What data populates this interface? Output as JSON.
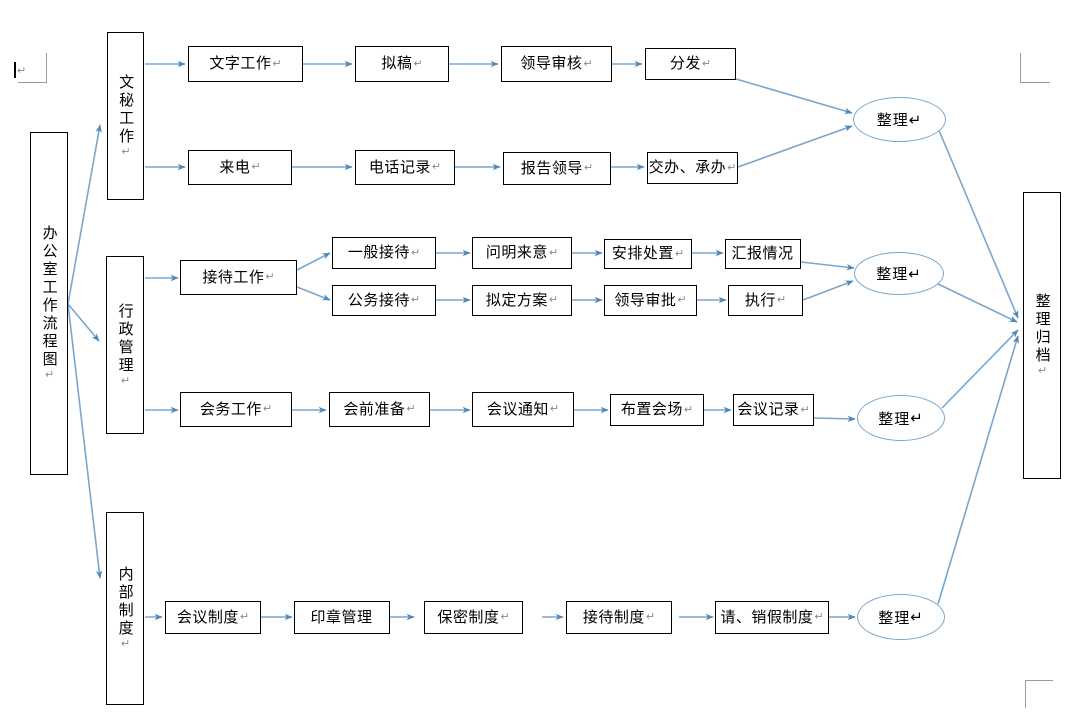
{
  "document": {
    "title": "办公室工作流程图",
    "pilcrow": "↵",
    "colors": {
      "arrow": "#7aa6ce",
      "box_border": "#000000",
      "ellipse_border": "#7aa6ce",
      "margin_mark": "#9a9a9a",
      "background": "#ffffff"
    }
  },
  "root": {
    "label": "办公室工作流程图",
    "pilcrow": "↵"
  },
  "categories": [
    {
      "id": "wenmi",
      "label": "文秘工作",
      "pilcrow": "↵"
    },
    {
      "id": "xzgl",
      "label": "行政管理",
      "pilcrow": "↵"
    },
    {
      "id": "neibu",
      "label": "内部制度",
      "pilcrow": "↵"
    }
  ],
  "final": {
    "label": "整理归档",
    "pilcrow": "↵"
  },
  "collectors": [
    {
      "id": "zl1",
      "label": "整理",
      "pilcrow": "↵"
    },
    {
      "id": "zl2",
      "label": "整理",
      "pilcrow": "↵"
    },
    {
      "id": "zl3",
      "label": "整理",
      "pilcrow": "↵"
    },
    {
      "id": "zl4",
      "label": "整理",
      "pilcrow": "↵"
    }
  ],
  "flows": [
    {
      "id": "row-wenzi",
      "parent": "文秘工作",
      "steps": [
        {
          "label": "文字工作",
          "pilcrow": "↵"
        },
        {
          "label": "拟稿",
          "pilcrow": "↵"
        },
        {
          "label": "领导审核",
          "pilcrow": "↵"
        },
        {
          "label": "分发",
          "pilcrow": "↵"
        }
      ]
    },
    {
      "id": "row-laidian",
      "parent": "文秘工作",
      "steps": [
        {
          "label": "来电",
          "pilcrow": "↵"
        },
        {
          "label": "电话记录",
          "pilcrow": "↵"
        },
        {
          "label": "报告领导",
          "pilcrow": "↵"
        },
        {
          "label": "交办、承办",
          "pilcrow": "↵"
        }
      ]
    },
    {
      "id": "row-jiedai",
      "parent": "行政管理",
      "hub": {
        "label": "接待工作",
        "pilcrow": "↵"
      },
      "branches": [
        {
          "id": "row-yiban",
          "steps": [
            {
              "label": "一般接待",
              "pilcrow": "↵"
            },
            {
              "label": "问明来意",
              "pilcrow": "↵"
            },
            {
              "label": "安排处置",
              "pilcrow": "↵"
            },
            {
              "label": "汇报情况",
              "pilcrow": ""
            }
          ]
        },
        {
          "id": "row-gongwu",
          "steps": [
            {
              "label": "公务接待",
              "pilcrow": "↵"
            },
            {
              "label": "拟定方案",
              "pilcrow": "↵"
            },
            {
              "label": "领导审批",
              "pilcrow": "↵"
            },
            {
              "label": "执行",
              "pilcrow": "↵"
            }
          ]
        }
      ]
    },
    {
      "id": "row-huiwu",
      "parent": "行政管理",
      "steps": [
        {
          "label": "会务工作",
          "pilcrow": "↵"
        },
        {
          "label": "会前准备",
          "pilcrow": "↵"
        },
        {
          "label": "会议通知",
          "pilcrow": "↵"
        },
        {
          "label": "布置会场",
          "pilcrow": "↵"
        },
        {
          "label": "会议记录",
          "pilcrow": "↵"
        }
      ]
    },
    {
      "id": "row-zhidu",
      "parent": "内部制度",
      "steps": [
        {
          "label": "会议制度",
          "pilcrow": "↵"
        },
        {
          "label": "印章管理",
          "pilcrow": ""
        },
        {
          "label": "保密制度",
          "pilcrow": "↵"
        },
        {
          "label": "接待制度",
          "pilcrow": "↵"
        },
        {
          "label": "请、销假制度",
          "pilcrow": "↵"
        }
      ]
    }
  ]
}
